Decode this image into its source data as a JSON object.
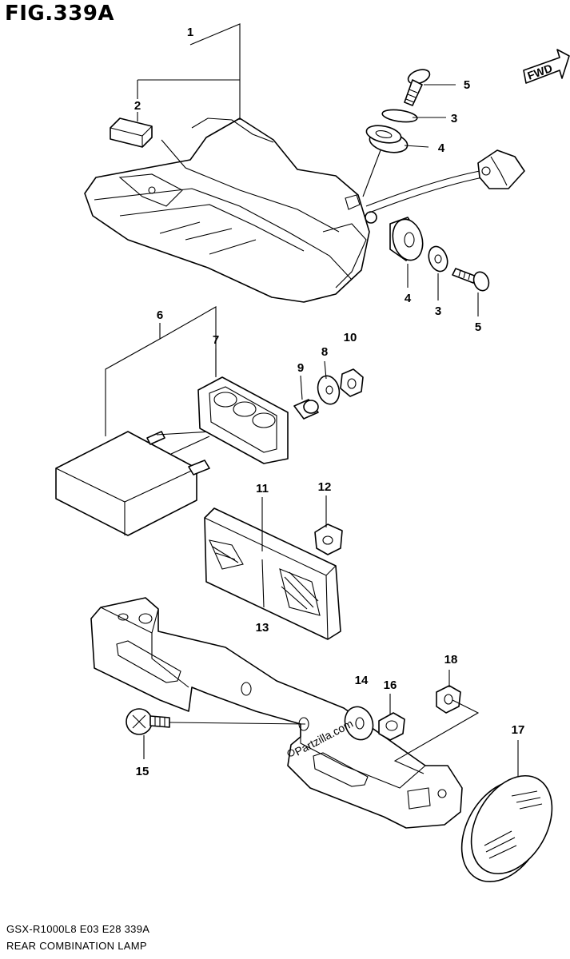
{
  "figure": {
    "title": "FIG.339A",
    "model_code": "GSX-R1000L8  E03  E28  339A",
    "diagram_name": "REAR COMBINATION LAMP"
  },
  "direction_marker": {
    "text": "FWD",
    "icon": "fwd-arrow-icon"
  },
  "watermark": "Partzilla.com",
  "callouts": {
    "c1": "1",
    "c2": "2",
    "c3a": "3",
    "c3b": "3",
    "c4a": "4",
    "c4b": "4",
    "c5a": "5",
    "c5b": "5",
    "c6": "6",
    "c7": "7",
    "c8": "8",
    "c9": "9",
    "c10": "10",
    "c11": "11",
    "c12": "12",
    "c13": "13",
    "c14": "14",
    "c15": "15",
    "c16": "16",
    "c17": "17",
    "c18": "18"
  }
}
